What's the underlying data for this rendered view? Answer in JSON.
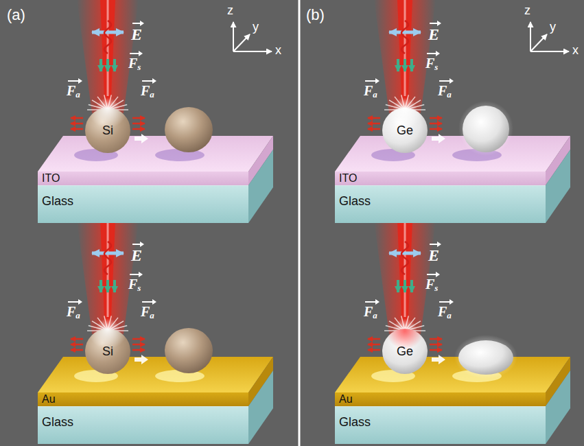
{
  "diagram": {
    "nodes": [
      {
        "text": [
          "Si"
        ]
      },
      {
        "text": [
          "ITO"
        ]
      },
      {
        "text": [
          "Glass"
        ]
      },
      {
        "text": [
          "Si"
        ]
      },
      {
        "text": [
          "Au"
        ]
      },
      {
        "text": [
          "Glass"
        ]
      },
      {
        "text": [
          "Ge"
        ]
      },
      {
        "text": [
          "ITO"
        ]
      },
      {
        "text": [
          "Glass"
        ]
      },
      {
        "text": [
          "Ge"
        ]
      },
      {
        "text": [
          "Au"
        ]
      },
      {
        "text": [
          "Glass"
        ]
      }
    ],
    "labels": [
      "(a)",
      "E",
      "Fs",
      "Fa",
      "Fa",
      "z",
      "y",
      "x",
      "E",
      "Fs",
      "Fa",
      "Fa",
      "(b)",
      "E",
      "Fs",
      "Fa",
      "Fa",
      "z",
      "y",
      "x",
      "E",
      "Fs",
      "Fa",
      "Fa"
    ]
  }
}
